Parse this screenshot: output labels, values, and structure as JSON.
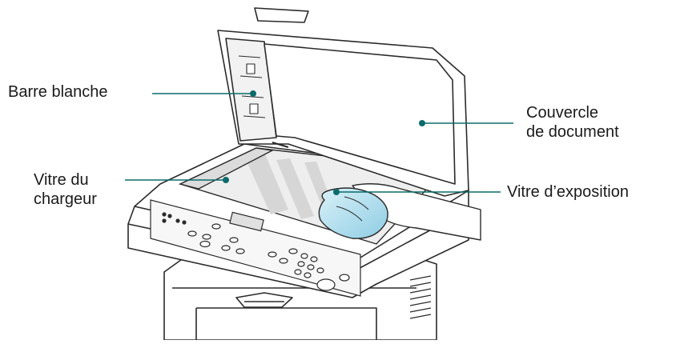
{
  "callouts": {
    "white_bar": "Barre blanche",
    "document_cover": [
      "Couvercle",
      "de document"
    ],
    "adf_glass": [
      "Vitre du",
      "chargeur"
    ],
    "exposure_glass": "Vitre d’exposition"
  },
  "colors": {
    "leader_line": "#0b6b6b",
    "outline": "#2b2b2b",
    "body_fill": "#ffffff",
    "glass_fill": "#e6e6e6",
    "cloth_fill": "#bfe6f3"
  }
}
